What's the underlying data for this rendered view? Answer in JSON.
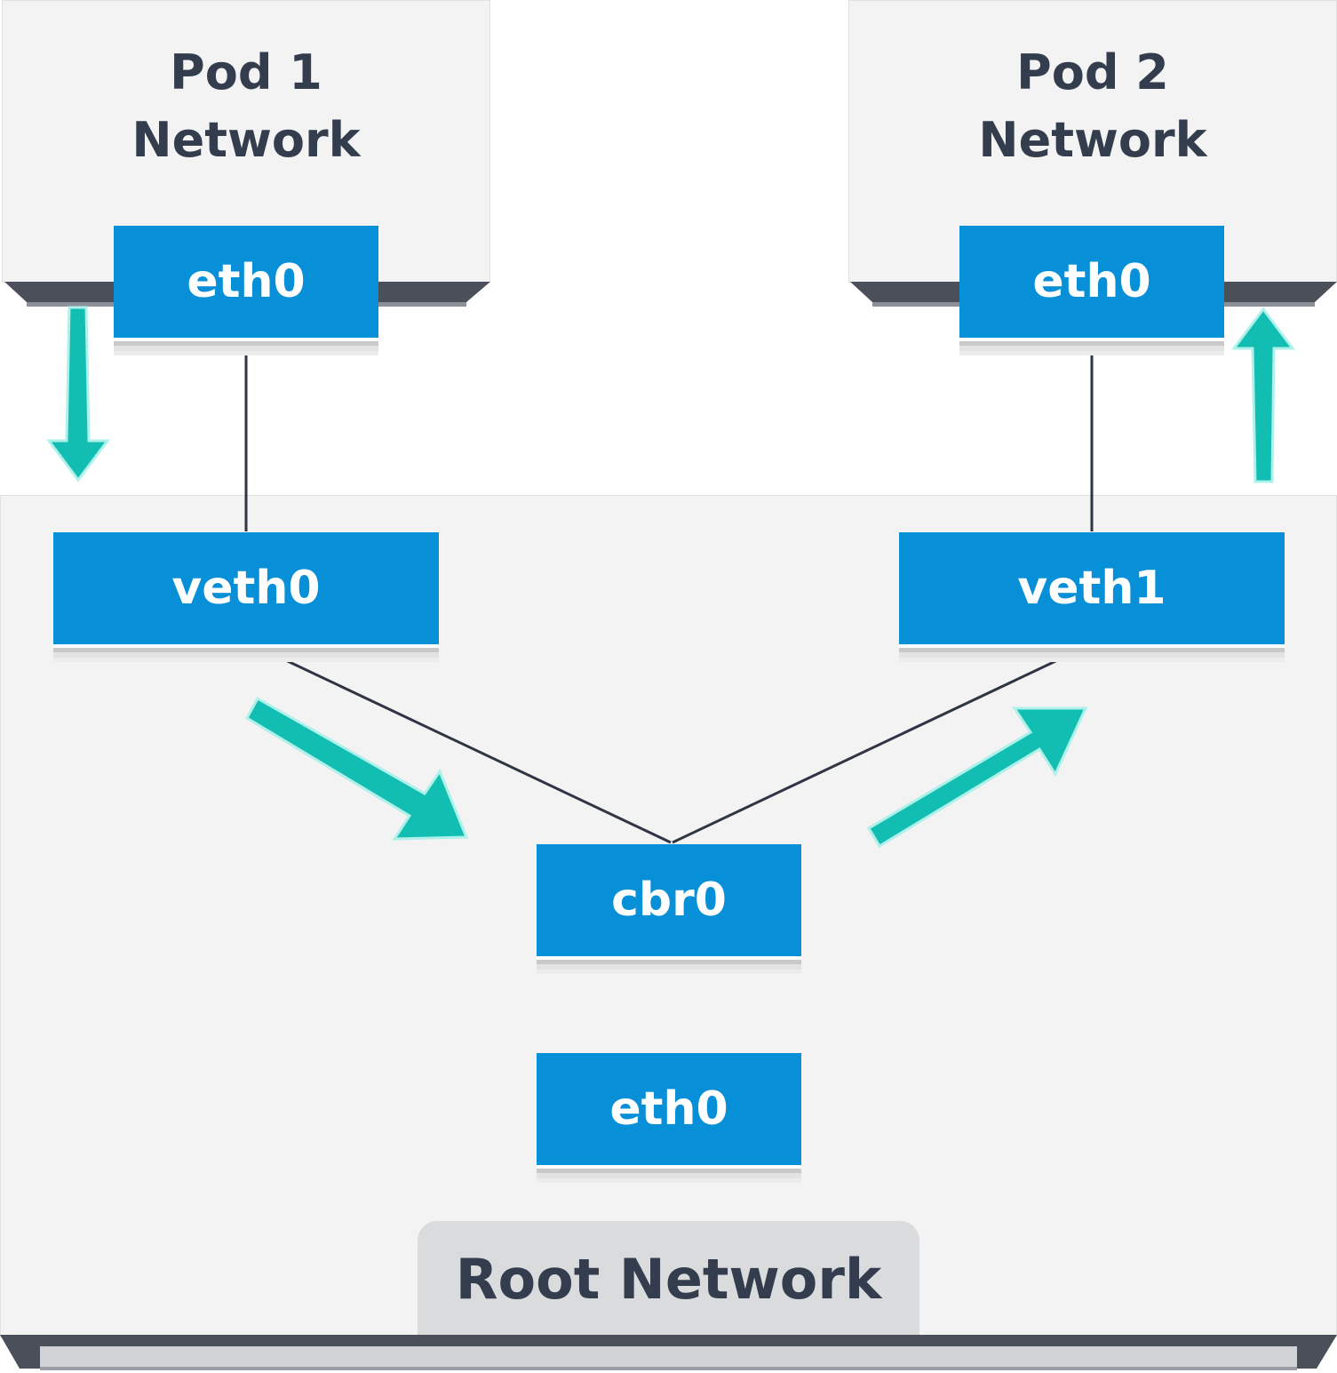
{
  "pods": [
    {
      "title_line1": "Pod 1",
      "title_line2": "Network",
      "interface": "eth0"
    },
    {
      "title_line1": "Pod 2",
      "title_line2": "Network",
      "interface": "eth0"
    }
  ],
  "root": {
    "label": "Root Network",
    "veth_left": "veth0",
    "veth_right": "veth1",
    "bridge": "cbr0",
    "interface": "eth0"
  },
  "colors": {
    "interface_fill": "#078fd8",
    "panel_fill": "#f3f3f3",
    "arrow_fill": "#12beb1",
    "tray": "#4b4f5a",
    "text_dark": "#333d4d"
  }
}
